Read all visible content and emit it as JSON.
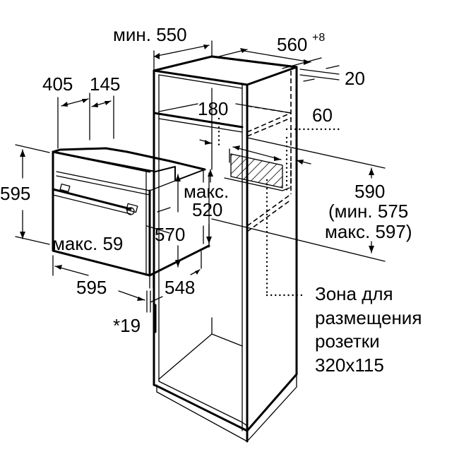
{
  "diagram": {
    "title": "Oven built-in installation dimensions (tall cabinet)",
    "units": "mm",
    "labels": {
      "cabinet_depth_min": "мин. 550",
      "cabinet_width": "560",
      "cabinet_width_tolerance": "+8",
      "back_panel_offset": "20",
      "width_405": "405",
      "width_145": "145",
      "vent_opening": "180",
      "side_gap": "60",
      "oven_height": "595",
      "niche_height": "590",
      "niche_height_min": "(мин. 575",
      "niche_height_max": "макс. 597)",
      "depth_max_label": "макс.",
      "depth_max_value": "520",
      "oven_body_height": "570",
      "panel_max": "макс. 59",
      "oven_width": "595",
      "oven_depth": "548",
      "front_thickness": "*19",
      "socket_zone_line1": "Зона для",
      "socket_zone_line2": "размещения",
      "socket_zone_line3": "розетки",
      "socket_zone_line4": "320x115"
    }
  }
}
